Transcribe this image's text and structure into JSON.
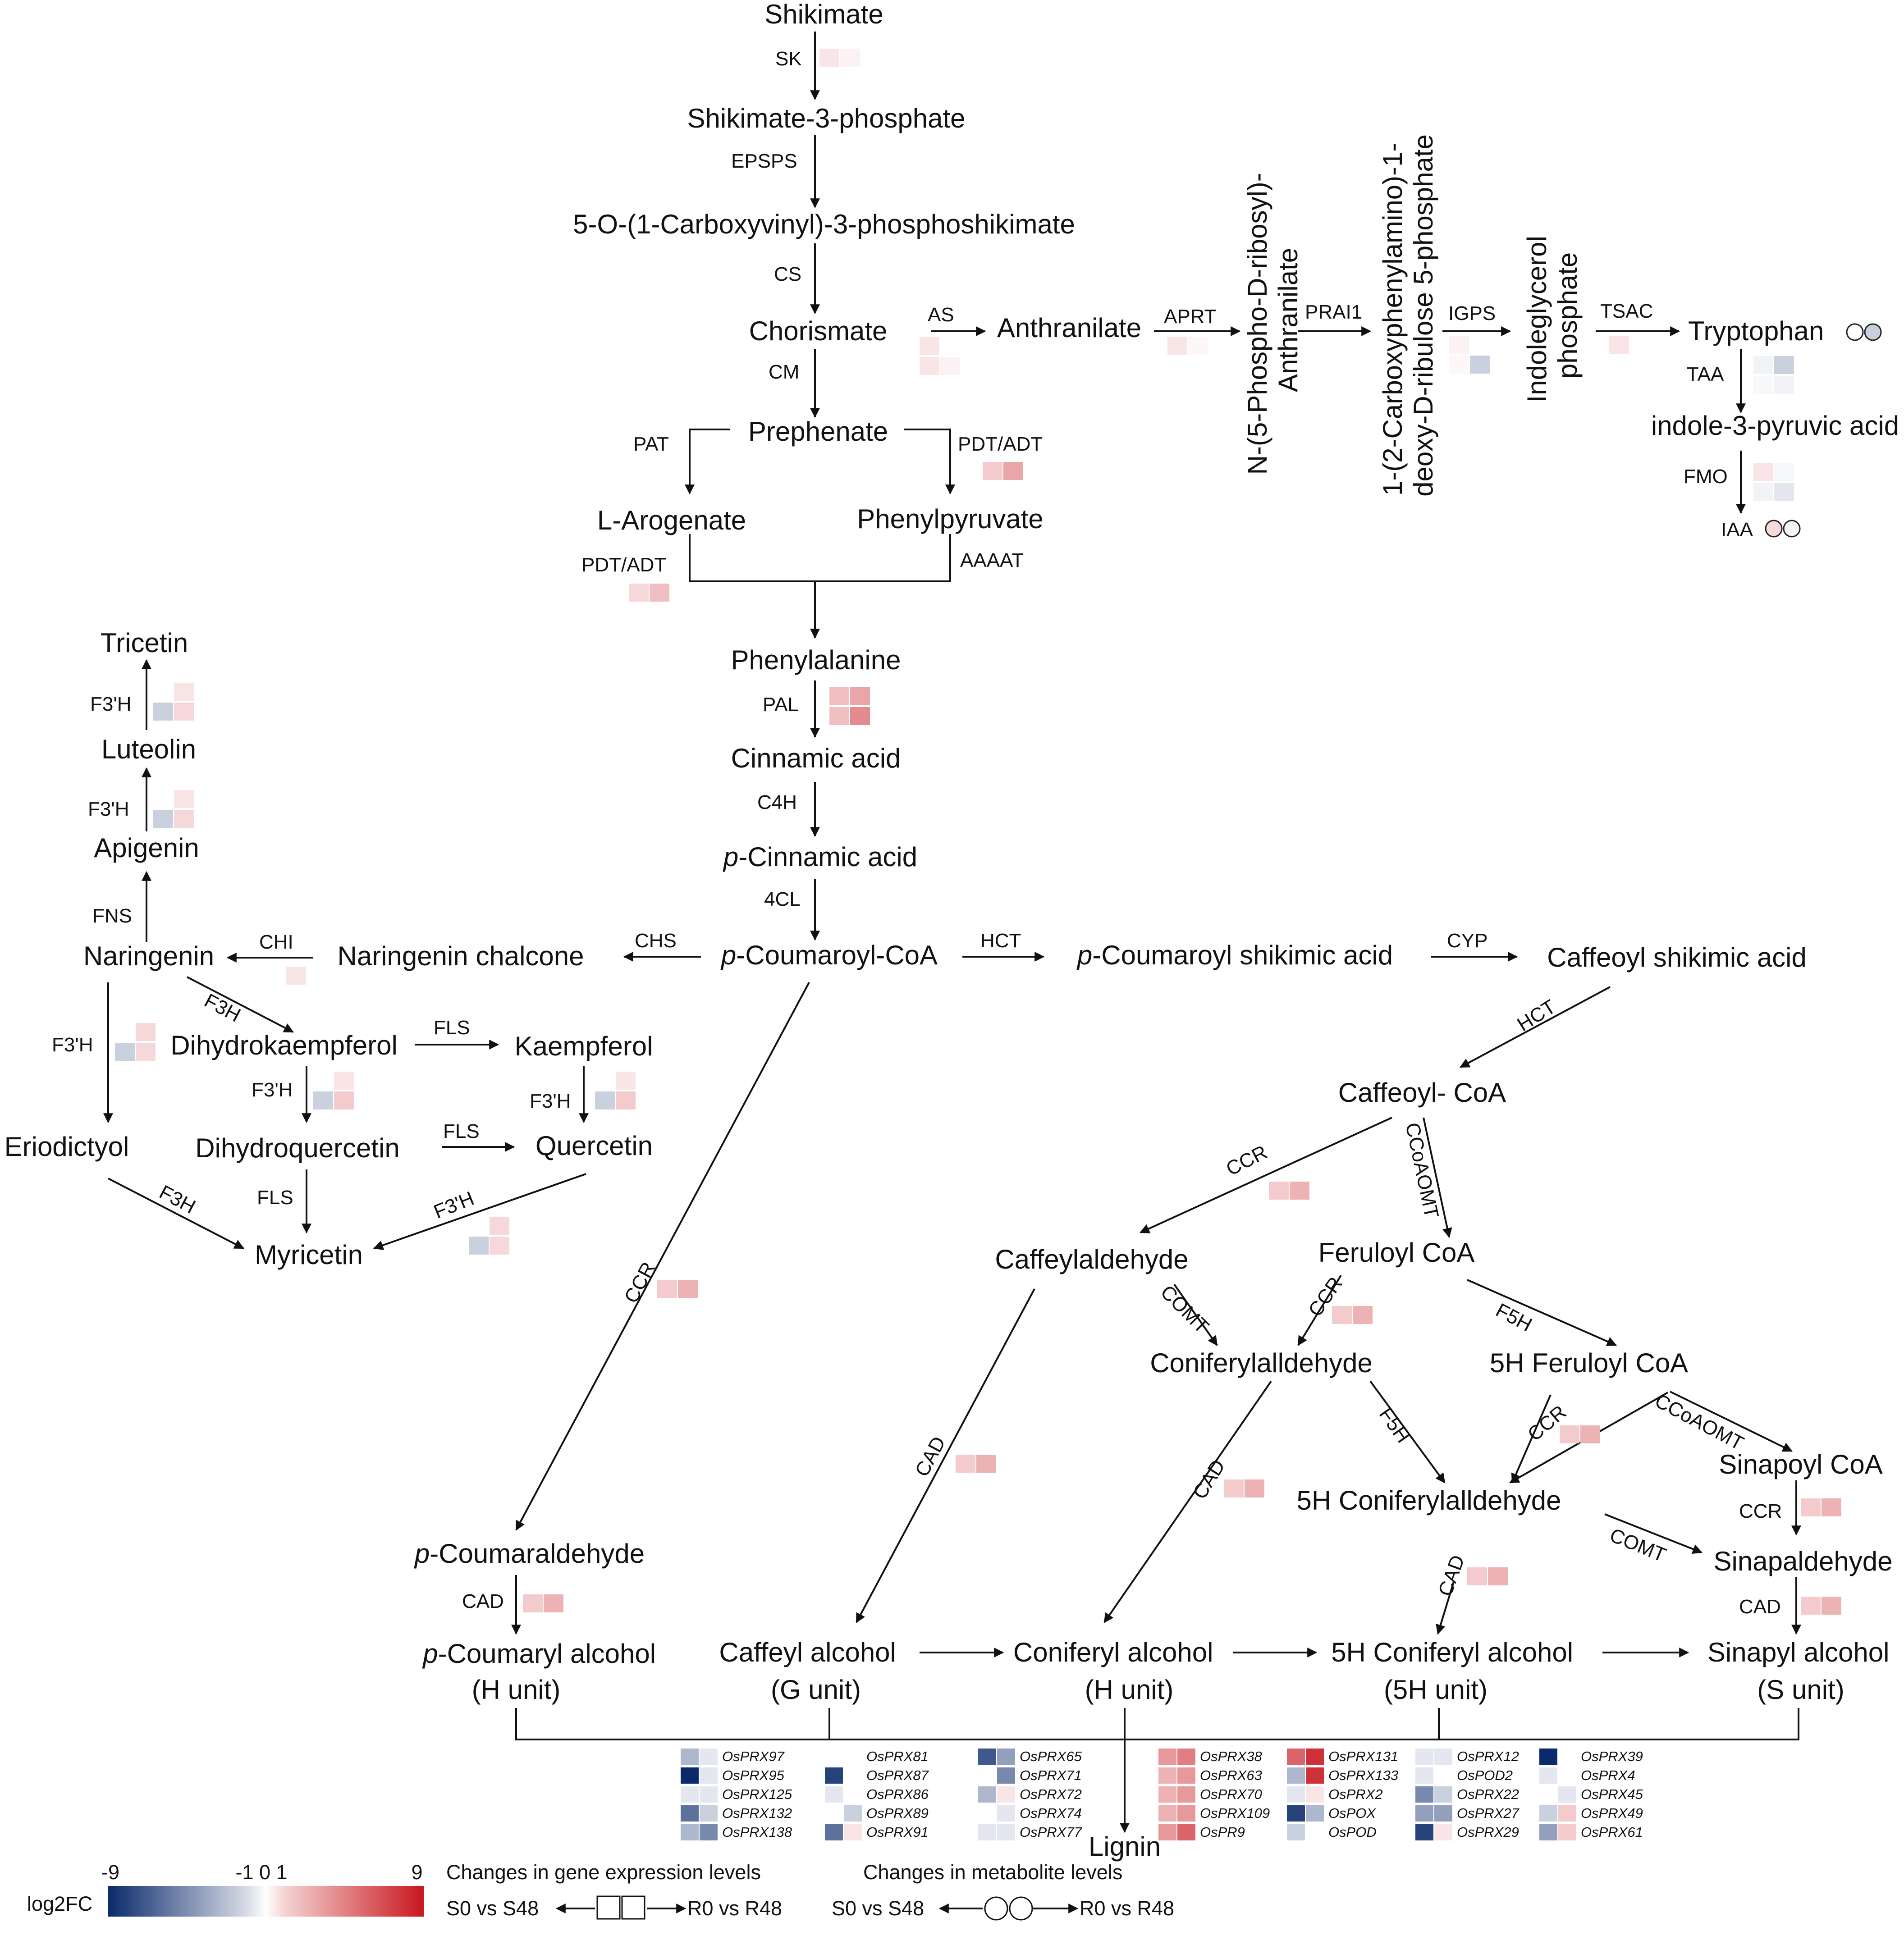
{
  "metabolites": {
    "shikimate": "Shikimate",
    "s3p": "Shikimate-3-phosphate",
    "ocvps": "5-O-(1-Carboxyvinyl)-3-phosphoshikimate",
    "chorismate": "Chorismate",
    "anthranilate": "Anthranilate",
    "npra_l1": "N-(5-Phospho-D-ribosyl)-",
    "npra_l2": "Anthranilate",
    "cdrp_l1": "1-(2-Carboxyphenylamino)-1-",
    "cdrp_l2": "deoxy-D-ribulose 5-phosphate",
    "igp_l1": "Indoleglycerol",
    "igp_l2": "phosphate",
    "tryptophan": "Tryptophan",
    "ipa": "indole-3-pyruvic acid",
    "iaa": "IAA",
    "prephenate": "Prephenate",
    "arogenate": "L-Arogenate",
    "phenylpyruvate": "Phenylpyruvate",
    "phenylalanine": "Phenylalanine",
    "cinnamic": "Cinnamic acid",
    "pcinnamic_i": "p",
    "pcinnamic": "-Cinnamic acid",
    "pcoa_i": "p",
    "pcoa": "-Coumaroyl-CoA",
    "pcsa_i": "p",
    "pcsa": "-Coumaroyl shikimic acid",
    "caffsa": "Caffeoyl shikimic acid",
    "caffcoa": "Caffeoyl- CoA",
    "naringenin_chalcone": "Naringenin chalcone",
    "naringenin": "Naringenin",
    "apigenin": "Apigenin",
    "luteolin": "Luteolin",
    "tricetin": "Tricetin",
    "dihydrokaempferol": "Dihydrokaempferol",
    "kaempferol": "Kaempferol",
    "eriodictyol": "Eriodictyol",
    "dihydroquercetin": "Dihydroquercetin",
    "quercetin": "Quercetin",
    "myricetin": "Myricetin",
    "caffeylaldehyde": "Caffeylaldehyde",
    "feruloylcoa": "Feruloyl CoA",
    "coniferylaldehyde": "Coniferylalldehyde",
    "h5feruloylcoa": "5H Feruloyl CoA",
    "h5coniferylaldehyde": "5H Coniferylalldehyde",
    "sinapoylcoa": "Sinapoyl CoA",
    "sinapaldehyde": "Sinapaldehyde",
    "pcoumaraldehyde_i": "p",
    "pcoumaraldehyde": "-Coumaraldehyde",
    "pcoumaryl_i": "p",
    "pcoumaryl": "-Coumaryl alcohol",
    "pcoumaryl_unit": "(H unit)",
    "caffeyl": "Caffeyl alcohol",
    "caffeyl_unit": "(G unit)",
    "coniferyl": "Coniferyl alcohol",
    "coniferyl_unit": "(H unit)",
    "h5coniferyl": "5H Coniferyl alcohol",
    "h5coniferyl_unit": "(5H unit)",
    "sinapyl": "Sinapyl alcohol",
    "sinapyl_unit": "(S unit)",
    "lignin": "Lignin"
  },
  "enzymes": {
    "sk": "SK",
    "epsps": "EPSPS",
    "cs": "CS",
    "as": "AS",
    "aprt": "APRT",
    "prai1": "PRAI1",
    "igps": "IGPS",
    "tsac": "TSAC",
    "taa": "TAA",
    "fmo": "FMO",
    "cm": "CM",
    "pat": "PAT",
    "pdtadt_r": "PDT/ADT",
    "pdtadt_l": "PDT/ADT",
    "aaaat": "AAAAT",
    "pal": "PAL",
    "c4h": "C4H",
    "cl4": "4CL",
    "chs": "CHS",
    "chi": "CHI",
    "hct1": "HCT",
    "cyp": "CYP",
    "hct2": "HCT",
    "fns": "FNS",
    "f3h_apig": "F3'H",
    "f3h_lut": "F3'H",
    "f3h_nar": "F3H",
    "f3h_erio": "F3'H",
    "fls1": "FLS",
    "f3h_dhk": "F3'H",
    "f3h_kae": "F3'H",
    "fls2": "FLS",
    "fls3": "FLS",
    "f3h_e2m": "F3H",
    "f3h_q2m": "F3'H",
    "ccr_main": "CCR",
    "ccr_caff": "CCR",
    "ccoaomt1": "CCoAOMT",
    "comt1": "COMT",
    "ccr_fer": "CCR",
    "f5h1": "F5H",
    "cad_caff": "CAD",
    "cad_conif": "CAD",
    "f5h2": "F5H",
    "ccr_5hf": "CCR",
    "ccoaomt2": "CCoAOMT",
    "ccr_sin": "CCR",
    "comt2": "COMT",
    "cad_5h": "CAD",
    "cad_sin": "CAD",
    "cad_pcoum": "CAD"
  },
  "genes": [
    [
      "OsPRX97",
      "OsPRX95",
      "OsPRX125",
      "OsPRX132",
      "OsPRX138"
    ],
    [
      "OsPRX81",
      "OsPRX87",
      "OsPRX86",
      "OsPRX89",
      "OsPRX91"
    ],
    [
      "OsPRX65",
      "OsPRX71",
      "OsPRX72",
      "OsPRX74",
      "OsPRX77"
    ],
    [
      "OsPRX38",
      "OsPRX63",
      "OsPRX70",
      "OsPRX109",
      "OsPR9"
    ],
    [
      "OsPRX131",
      "OsPRX133",
      "OsPRX2",
      "OsPOX",
      "OsPOD"
    ],
    [
      "OsPRX12",
      "OsPOD2",
      "OsPRX22",
      "OsPRX27",
      "OsPRX29"
    ],
    [
      "OsPRX39",
      "OsPRX4",
      "OsPRX45",
      "OsPRX49",
      "OsPRX61"
    ]
  ],
  "gene_values": [
    [
      [
        -3,
        -1
      ],
      [
        -9,
        -1
      ],
      [
        -1,
        -1
      ],
      [
        -6,
        -2
      ],
      [
        -3,
        -5
      ]
    ],
    [
      [
        0,
        0
      ],
      [
        -8,
        0
      ],
      [
        -1,
        0
      ],
      [
        0,
        -2
      ],
      [
        -6,
        1
      ]
    ],
    [
      [
        -7,
        -4
      ],
      [
        0,
        -5
      ],
      [
        -3,
        1
      ],
      [
        0,
        -1
      ],
      [
        -1,
        -1
      ]
    ],
    [
      [
        4,
        5
      ],
      [
        3,
        4
      ],
      [
        3,
        4
      ],
      [
        3,
        4
      ],
      [
        4,
        6
      ]
    ],
    [
      [
        6,
        8
      ],
      [
        -3,
        8
      ],
      [
        -1,
        1
      ],
      [
        -8,
        -3
      ],
      [
        -2,
        0
      ]
    ],
    [
      [
        -1,
        -1
      ],
      [
        -1,
        0
      ],
      [
        -5,
        -2
      ],
      [
        -4,
        -4
      ],
      [
        -8,
        1
      ]
    ],
    [
      [
        -9,
        0
      ],
      [
        -1,
        0
      ],
      [
        0,
        -1
      ],
      [
        -2,
        2
      ],
      [
        -4,
        2
      ]
    ]
  ],
  "legend": {
    "colorbar_title": "log2FC",
    "ticks": [
      "-9",
      "-1 0 1",
      "9"
    ],
    "gene_title": "Changes in gene expression levels",
    "metab_title": "Changes in metabolite levels",
    "left": "S0 vs S48",
    "right": "R0 vs R48",
    "left2": "S0 vs S48",
    "right2": "R0 vs R48",
    "scale_min": -9,
    "scale_max": 9,
    "colors": {
      "min": "#0a2a6b",
      "mid": "#ffffff",
      "max": "#c8171e"
    }
  }
}
